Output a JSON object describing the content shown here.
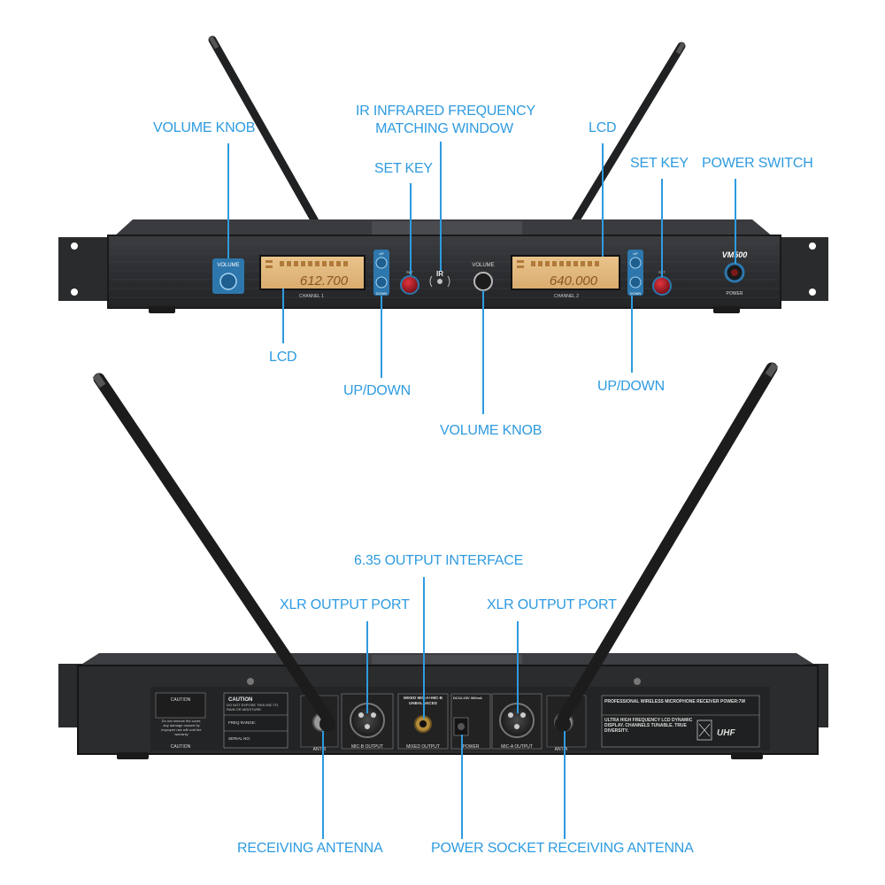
{
  "front": {
    "labels": {
      "volume_knob_left": "VOLUME KNOB",
      "ir_window_line1": "IR INFRARED FREQUENCY",
      "ir_window_line2": "MATCHING WINDOW",
      "lcd_right": "LCD",
      "set_key_left": "SET KEY",
      "set_key_right": "SET KEY",
      "power_switch": "POWER SWITCH",
      "lcd_left": "LCD",
      "up_down_left": "UP/DOWN",
      "up_down_right": "UP/DOWN",
      "volume_knob_center": "VOLUME KNOB"
    },
    "panel": {
      "volume": "VOLUME",
      "model": "VM500",
      "power": "POWER",
      "channel1": "CHANNEL 1",
      "channel2": "CHANNEL 2",
      "freq1": "612.700",
      "freq2": "640.000",
      "up": "UP",
      "down": "DOWN",
      "set": "SET",
      "ir": "IR"
    }
  },
  "rear": {
    "labels": {
      "output_635": "6.35 OUTPUT INTERFACE",
      "xlr_left": "XLR OUTPUT PORT",
      "xlr_right": "XLR OUTPUT PORT",
      "antenna_left": "RECEIVING ANTENNA",
      "power_socket": "POWER SOCKET",
      "antenna_right": "RECEIVING ANTENNA"
    },
    "panel": {
      "caution": "CAUTION",
      "caution_text": "DO NOT EXPOSE THIS MIC TO RAIN OR MOISTURE.",
      "freq_range": "FREQ RANGE:",
      "serial_no": "SERIAL NO.",
      "warning_text": "Do not remove the cover, any damage caused by improper use will void the warranty",
      "ant_b": "ANT-B",
      "mic_b_output": "MIC-B OUTPUT",
      "mixed_header": "MIXED MIC-A+MIC-B UNBALANCED",
      "mixed_output": "MIXED OUTPUT",
      "dc_spec": "DC12-15V 300mA",
      "power": "POWER",
      "mic_a_output": "MIC-A OUTPUT",
      "ant_a": "ANT-A",
      "product_title": "PROFESSIONAL WIRELESS MICROPHONE RECEIVER POWER:7W",
      "features": "ULTRA HIGH FREQUENCY LCD DYNAMIC DISPLAY. CHANNELS TUNABLE. TRUE DIVERSITY.",
      "uhf": "UHF"
    }
  }
}
